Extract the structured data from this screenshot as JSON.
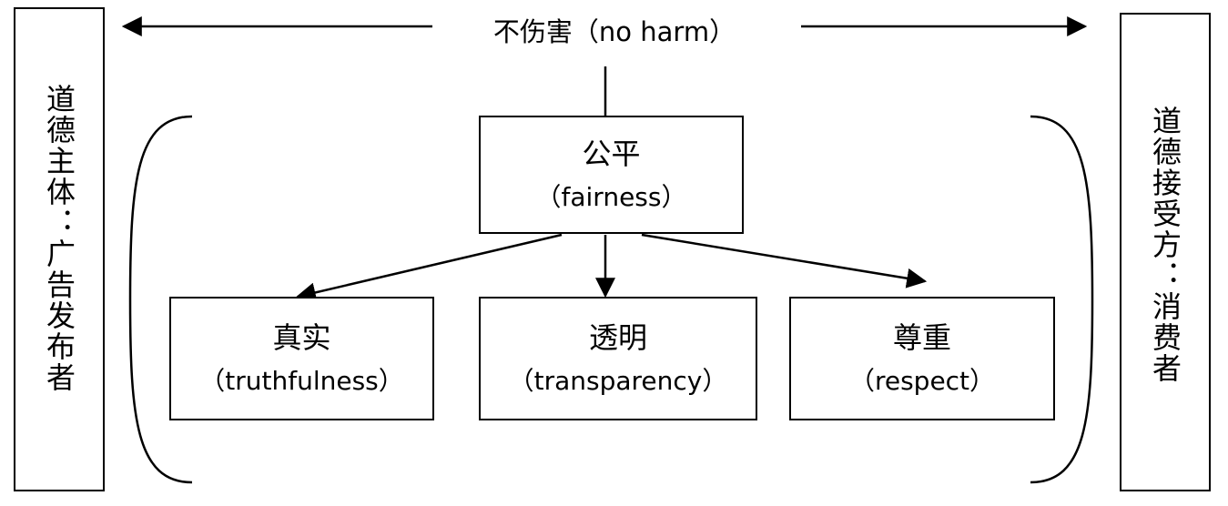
{
  "top": {
    "label": "不伤害（no harm）"
  },
  "left_panel": {
    "text": "道德主体：广告发布者"
  },
  "right_panel": {
    "text": "道德接受方：消费者"
  },
  "nodes": {
    "fairness": {
      "zh": "公平",
      "en": "（fairness）"
    },
    "truthfulness": {
      "zh": "真实",
      "en": "（truthfulness）"
    },
    "transparency": {
      "zh": "透明",
      "en": "（transparency）"
    },
    "respect": {
      "zh": "尊重",
      "en": "（respect）"
    }
  },
  "colors": {
    "stroke": "#000000",
    "background": "#ffffff"
  }
}
